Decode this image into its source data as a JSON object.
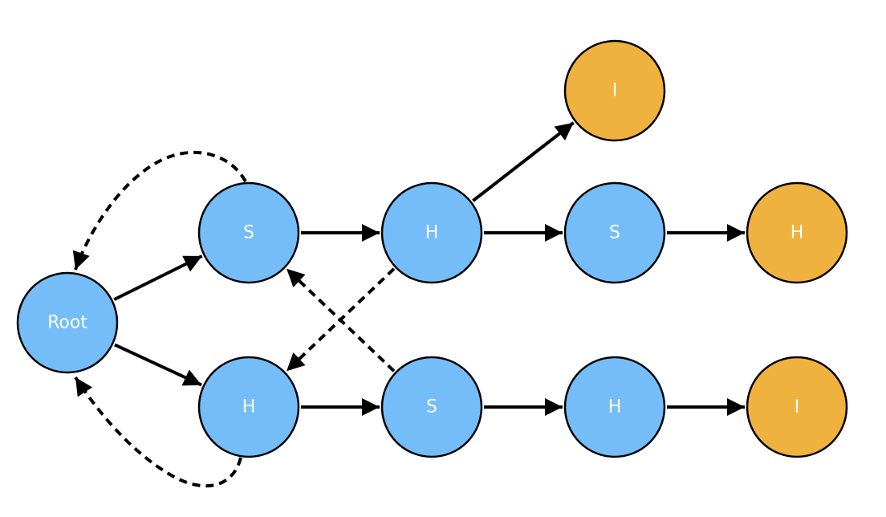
{
  "colors": {
    "internal_fill": "#74BDF8",
    "leaf_fill": "#F0B23E",
    "stroke": "#000000",
    "label": "#ffffff"
  },
  "nodes": [
    {
      "id": "root",
      "label": "Root",
      "kind": "internal"
    },
    {
      "id": "s1",
      "label": "S",
      "kind": "internal"
    },
    {
      "id": "h1",
      "label": "H",
      "kind": "internal"
    },
    {
      "id": "h2",
      "label": "H",
      "kind": "internal"
    },
    {
      "id": "s2",
      "label": "S",
      "kind": "internal"
    },
    {
      "id": "i1",
      "label": "I",
      "kind": "leaf"
    },
    {
      "id": "s3",
      "label": "S",
      "kind": "internal"
    },
    {
      "id": "h3",
      "label": "H",
      "kind": "leaf"
    },
    {
      "id": "h4",
      "label": "H",
      "kind": "internal"
    },
    {
      "id": "i2",
      "label": "I",
      "kind": "leaf"
    }
  ],
  "edges": [
    {
      "from": "root",
      "to": "s1",
      "style": "solid"
    },
    {
      "from": "root",
      "to": "h1",
      "style": "solid"
    },
    {
      "from": "s1",
      "to": "h2",
      "style": "solid"
    },
    {
      "from": "h2",
      "to": "i1",
      "style": "solid"
    },
    {
      "from": "h2",
      "to": "s3",
      "style": "solid"
    },
    {
      "from": "s3",
      "to": "h3",
      "style": "solid"
    },
    {
      "from": "h1",
      "to": "s2",
      "style": "solid"
    },
    {
      "from": "s2",
      "to": "h4",
      "style": "solid"
    },
    {
      "from": "h4",
      "to": "i2",
      "style": "solid"
    },
    {
      "from": "s1",
      "to": "root",
      "style": "dashed"
    },
    {
      "from": "h1",
      "to": "root",
      "style": "dashed"
    },
    {
      "from": "h2",
      "to": "h1",
      "style": "dashed"
    },
    {
      "from": "s2",
      "to": "s1",
      "style": "dashed"
    }
  ]
}
